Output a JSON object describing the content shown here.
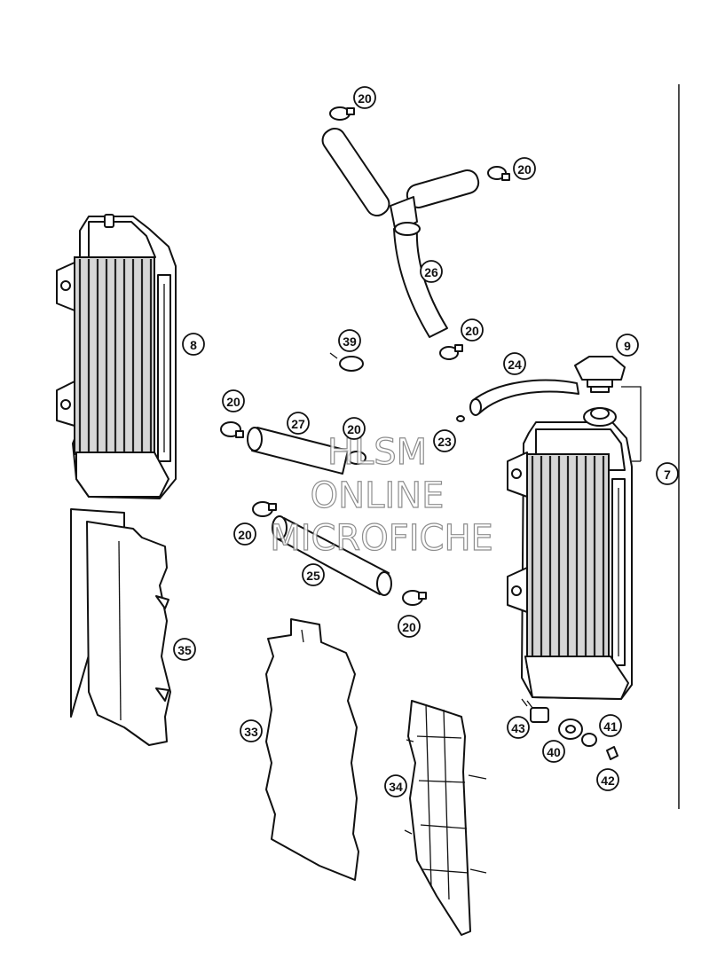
{
  "watermark": [
    "HLSM",
    "ONLINE",
    "MICROFICHE"
  ],
  "callouts": [
    {
      "id": "c20a",
      "label": "20"
    },
    {
      "id": "c20b",
      "label": "20"
    },
    {
      "id": "c26",
      "label": "26"
    },
    {
      "id": "c20c",
      "label": "20"
    },
    {
      "id": "c39",
      "label": "39"
    },
    {
      "id": "c9",
      "label": "9"
    },
    {
      "id": "c24",
      "label": "24"
    },
    {
      "id": "c8",
      "label": "8"
    },
    {
      "id": "c20d",
      "label": "20"
    },
    {
      "id": "c27",
      "label": "27"
    },
    {
      "id": "c20e",
      "label": "20"
    },
    {
      "id": "c23",
      "label": "23"
    },
    {
      "id": "c7",
      "label": "7"
    },
    {
      "id": "c20f",
      "label": "20"
    },
    {
      "id": "c25",
      "label": "25"
    },
    {
      "id": "c20g",
      "label": "20"
    },
    {
      "id": "c35",
      "label": "35"
    },
    {
      "id": "c33",
      "label": "33"
    },
    {
      "id": "c34",
      "label": "34"
    },
    {
      "id": "c43",
      "label": "43"
    },
    {
      "id": "c41",
      "label": "41"
    },
    {
      "id": "c40",
      "label": "40"
    },
    {
      "id": "c42",
      "label": "42"
    }
  ]
}
